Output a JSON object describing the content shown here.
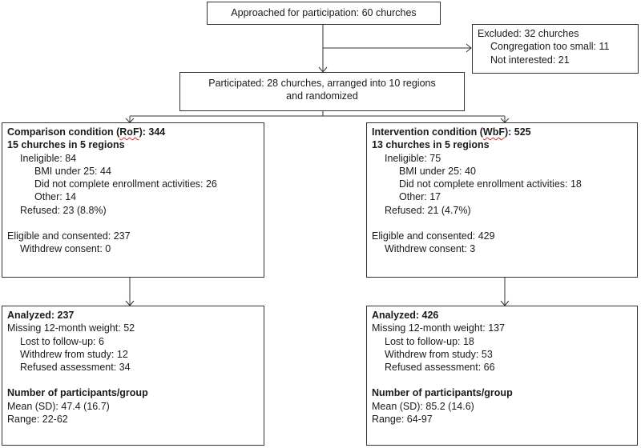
{
  "approached": "Approached for participation: 60 churches",
  "excluded": {
    "title": "Excluded: 32 churches",
    "items": [
      "Congregation too small: 11",
      "Not interested: 21"
    ]
  },
  "participated": {
    "line1": "Participated: 28 churches, arranged into 10 regions",
    "line2": "and randomized"
  },
  "comparison": {
    "title_pre": "Comparison condition (",
    "title_abbr": "RoF",
    "title_post": "): 344",
    "subtitle": "15 churches in 5 regions",
    "ineligible": "Ineligible: 84",
    "ineligible_items": [
      "BMI under 25: 44",
      "Did not complete enrollment activities: 26",
      "Other: 14"
    ],
    "refused": "Refused: 23 (8.8%)",
    "eligible": "Eligible and consented: 237",
    "withdrew": "Withdrew consent: 0"
  },
  "intervention": {
    "title_pre": "Intervention condition (",
    "title_abbr": "WbF",
    "title_post": "): 525",
    "subtitle": "13 churches in 5 regions",
    "ineligible": "Ineligible: 75",
    "ineligible_items": [
      "BMI under 25: 40",
      "Did not complete enrollment activities: 18",
      "Other: 17"
    ],
    "refused": "Refused: 21 (4.7%)",
    "eligible": "Eligible and consented: 429",
    "withdrew": "Withdrew consent: 3"
  },
  "comparison_analyzed": {
    "title": "Analyzed: 237",
    "missing": "Missing 12-month weight: 52",
    "missing_items": [
      "Lost to follow-up: 6",
      "Withdrew from study: 12",
      "Refused assessment: 34"
    ],
    "group_title": "Number of participants/group",
    "mean": "Mean (SD): 47.4 (16.7)",
    "range": "Range: 22-62"
  },
  "intervention_analyzed": {
    "title": "Analyzed: 426",
    "missing": "Missing 12-month weight: 137",
    "missing_items": [
      "Lost to follow-up: 18",
      "Withdrew from study: 53",
      "Refused assessment: 66"
    ],
    "group_title": "Number of participants/group",
    "mean": "Mean (SD): 85.2 (14.6)",
    "range": "Range: 64-97"
  }
}
